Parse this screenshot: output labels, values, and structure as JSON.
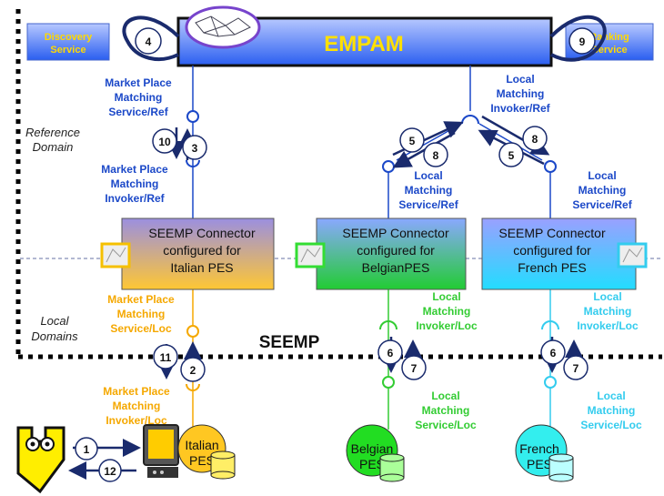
{
  "top": {
    "empam_title": "EMPAM",
    "discovery_service": [
      "Discovery",
      "Service"
    ],
    "ranking_service": [
      "Ranking",
      "Service"
    ]
  },
  "domains": {
    "reference": [
      "Reference",
      "Domain"
    ],
    "local": [
      "Local",
      "Domains"
    ],
    "seemp": "SEEMP"
  },
  "connectors": {
    "italian": [
      "SEEMP Connector",
      "configured for",
      "Italian PES"
    ],
    "belgian": [
      "SEEMP Connector",
      "configured for",
      "BelgianPES"
    ],
    "french": [
      "SEEMP Connector",
      "configured for",
      "French PES"
    ]
  },
  "interface_labels": {
    "mp_service_ref": [
      "Market Place",
      "Matching",
      "Service/Ref"
    ],
    "mp_invoker_ref": [
      "Market Place",
      "Matching",
      "Invoker/Ref"
    ],
    "local_invoker_ref": [
      "Local",
      "Matching",
      "Invoker/Ref"
    ],
    "belgian_service_ref": [
      "Local",
      "Matching",
      "Service/Ref"
    ],
    "french_service_ref": [
      "Local",
      "Matching",
      "Service/Ref"
    ],
    "mp_service_loc": [
      "Market Place",
      "Matching",
      "Service/Loc"
    ],
    "mp_invoker_loc": [
      "Market Place",
      "Matching",
      "Invoker/Loc"
    ],
    "belgian_invoker_loc": [
      "Local",
      "Matching",
      "Invoker/Loc"
    ],
    "belgian_service_loc": [
      "Local",
      "Matching",
      "Service/Loc"
    ],
    "french_invoker_loc": [
      "Local",
      "Matching",
      "Invoker/Loc"
    ],
    "french_service_loc": [
      "Local",
      "Matching",
      "Service/Loc"
    ]
  },
  "pes": {
    "italian": [
      "Italian",
      "PES"
    ],
    "belgian": [
      "Belgian",
      "PES"
    ],
    "french": [
      "French",
      "PES"
    ]
  },
  "steps": [
    "1",
    "2",
    "3",
    "4",
    "5",
    "5",
    "6",
    "6",
    "7",
    "7",
    "8",
    "8",
    "9",
    "10",
    "11",
    "12"
  ],
  "colors": {
    "navy": "#1a2b6d",
    "blue": "#1b48c8",
    "orange": "#f5a800",
    "green": "#33cc33",
    "cyan": "#33ccee"
  }
}
